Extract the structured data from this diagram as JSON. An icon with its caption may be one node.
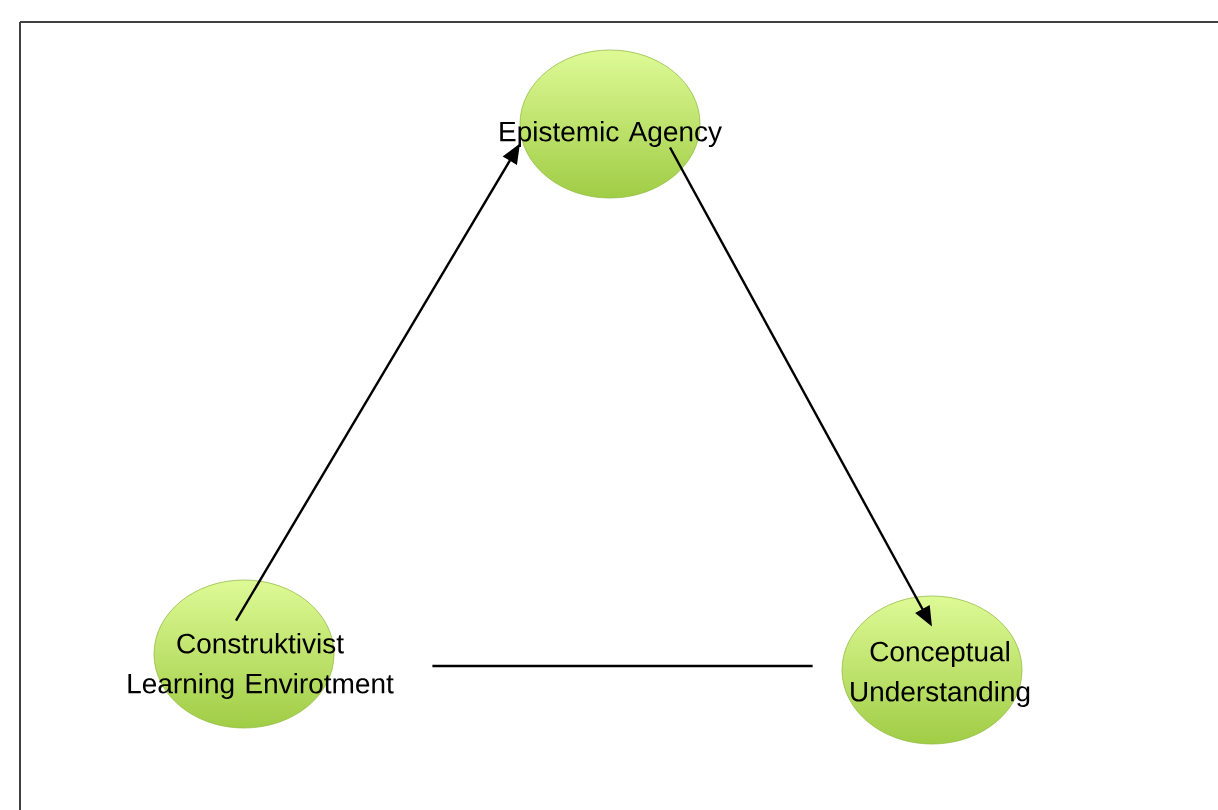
{
  "diagram": {
    "nodes": [
      {
        "text": [
          "Epistemic Agency"
        ]
      },
      {
        "text": [
          "Construktivist Learning Envirotment"
        ]
      },
      {
        "text": [
          "Conceptual Understanding"
        ]
      }
    ],
    "edges": [
      {
        "from": 1,
        "to": 0,
        "arrow": "to"
      },
      {
        "from": 0,
        "to": 2,
        "arrow": "to"
      },
      {
        "from": 1,
        "to": 2,
        "arrow": "none"
      }
    ]
  }
}
